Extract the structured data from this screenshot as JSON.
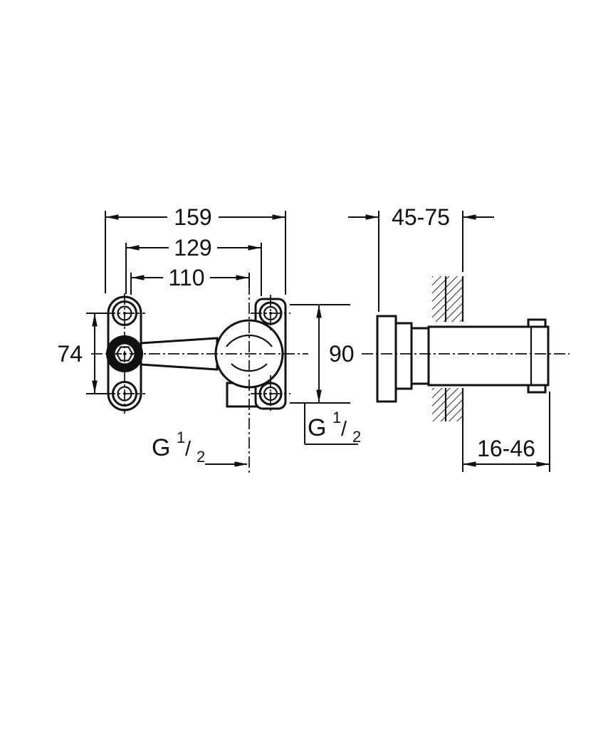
{
  "dims": {
    "overall_width": "159",
    "mounting_width": "129",
    "center_offset": "110",
    "bracket_height": "74",
    "body_height": "90",
    "wall_depth_range": "45-75",
    "wall_finish_range": "16-46"
  },
  "thread": {
    "prefix": "G",
    "numerator": "1",
    "slash": "/",
    "denominator": "2"
  },
  "colors": {
    "line": "#111111",
    "background": "#ffffff"
  }
}
